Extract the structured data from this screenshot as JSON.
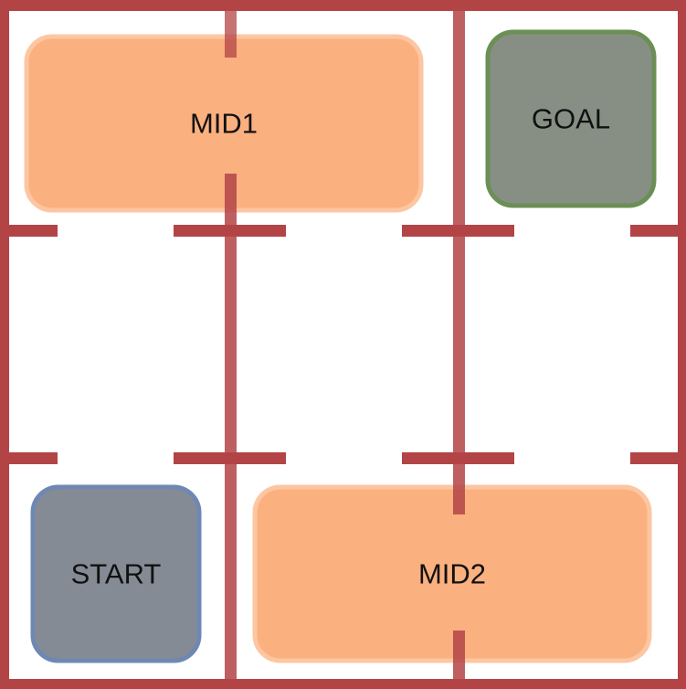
{
  "colors": {
    "wall": "#b34446",
    "mid_fill": "#fbb07f",
    "mid_stroke": "#fdc6a2",
    "start_fill": "#858b95",
    "start_stroke": "#6f88b3",
    "goal_fill": "#878f85",
    "goal_stroke": "#6b8f55"
  },
  "rooms": {
    "mid1": {
      "label": "MID1"
    },
    "goal": {
      "label": "GOAL"
    },
    "start": {
      "label": "START"
    },
    "mid2": {
      "label": "MID2"
    }
  }
}
